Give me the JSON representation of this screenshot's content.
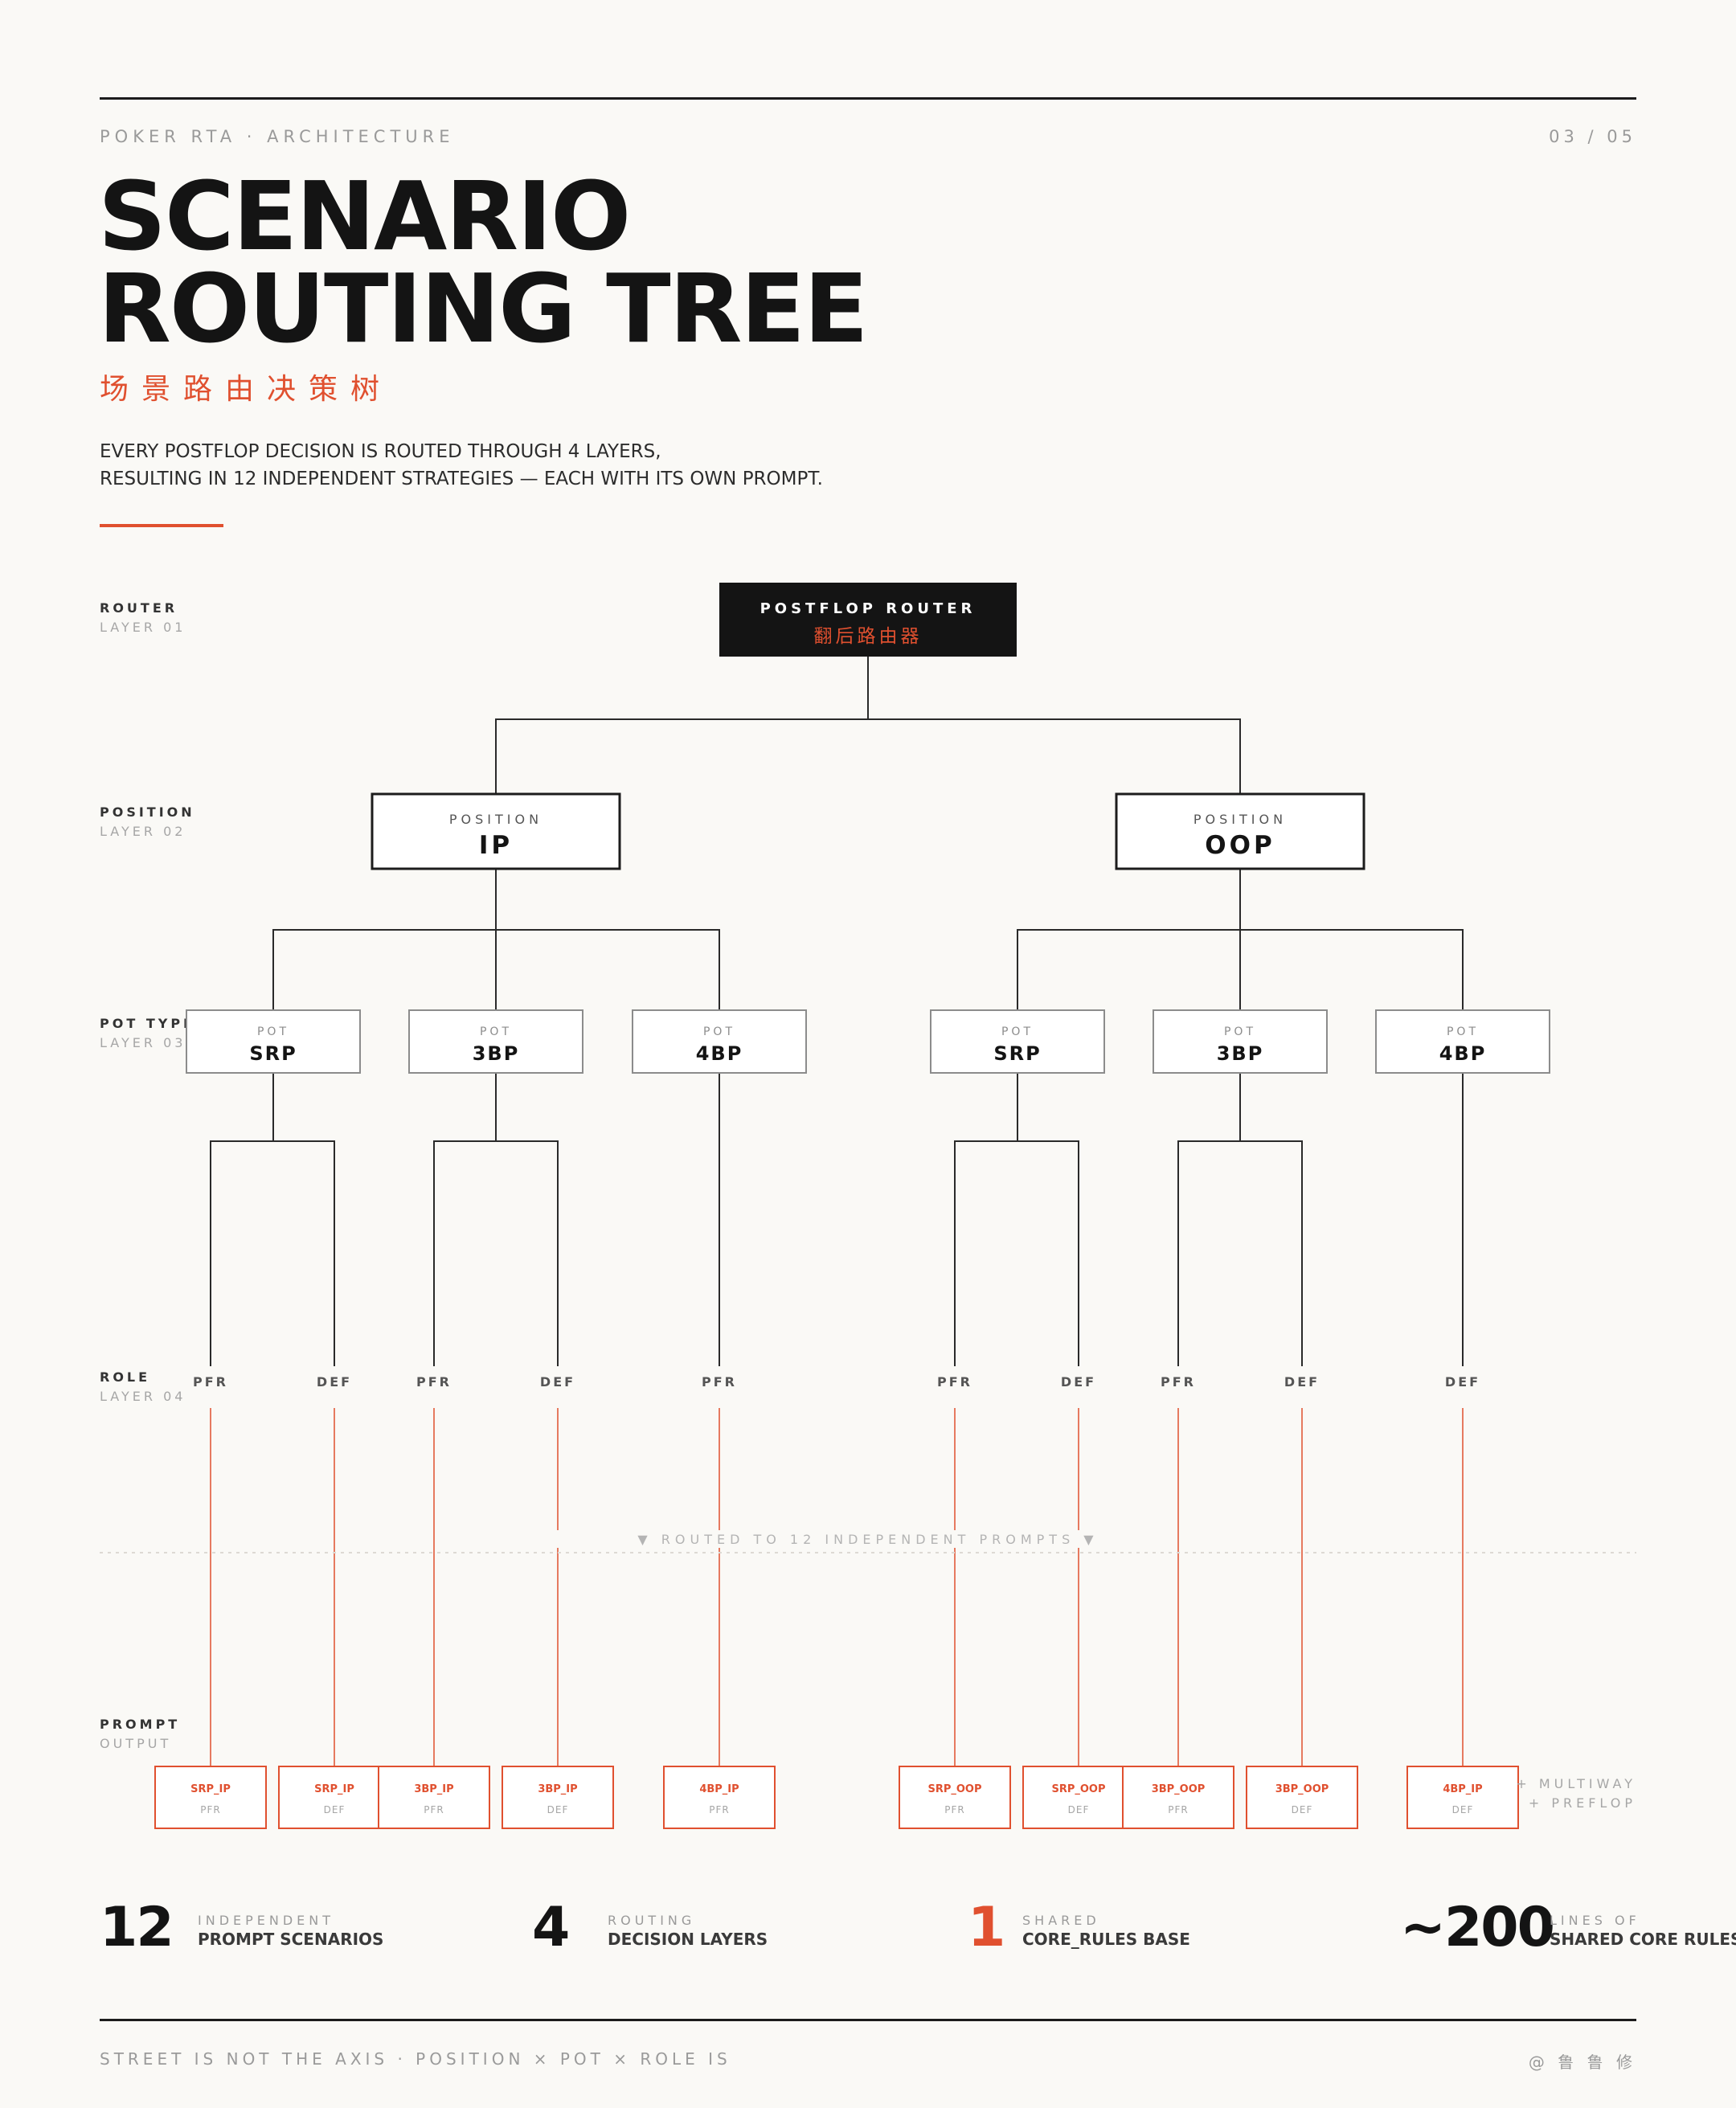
{
  "header": {
    "kicker": "POKER RTA  ·  ARCHITECTURE",
    "page": "03 / 05",
    "title_line1": "SCENARIO",
    "title_line2": "ROUTING TREE",
    "subtitle_cn": "场景路由决策树",
    "desc_line1": "EVERY POSTFLOP DECISION IS ROUTED THROUGH 4 LAYERS,",
    "desc_line2": "RESULTING IN 12 INDEPENDENT STRATEGIES — EACH WITH ITS OWN PROMPT."
  },
  "layers": [
    {
      "name": "ROUTER",
      "sub": "LAYER 01"
    },
    {
      "name": "POSITION",
      "sub": "LAYER 02"
    },
    {
      "name": "POT TYPE",
      "sub": "LAYER 03"
    },
    {
      "name": "ROLE",
      "sub": "LAYER 04"
    },
    {
      "name": "PROMPT",
      "sub": "OUTPUT"
    }
  ],
  "router": {
    "title": "POSTFLOP ROUTER",
    "subtitle": "翻后路由器"
  },
  "positions": [
    {
      "label": "POSITION",
      "value": "IP"
    },
    {
      "label": "POSITION",
      "value": "OOP"
    }
  ],
  "pots": [
    {
      "label": "POT",
      "value": "SRP"
    },
    {
      "label": "POT",
      "value": "3BP"
    },
    {
      "label": "POT",
      "value": "4BP"
    },
    {
      "label": "POT",
      "value": "SRP"
    },
    {
      "label": "POT",
      "value": "3BP"
    },
    {
      "label": "POT",
      "value": "4BP"
    }
  ],
  "roles": [
    "PFR",
    "DEF",
    "PFR",
    "DEF",
    "PFR",
    "PFR",
    "DEF",
    "PFR",
    "DEF",
    "DEF"
  ],
  "prompts": [
    {
      "name": "SRP_IP",
      "role": "PFR"
    },
    {
      "name": "SRP_IP",
      "role": "DEF"
    },
    {
      "name": "3BP_IP",
      "role": "PFR"
    },
    {
      "name": "3BP_IP",
      "role": "DEF"
    },
    {
      "name": "4BP_IP",
      "role": "PFR"
    },
    {
      "name": "SRP_OOP",
      "role": "PFR"
    },
    {
      "name": "SRP_OOP",
      "role": "DEF"
    },
    {
      "name": "3BP_OOP",
      "role": "PFR"
    },
    {
      "name": "3BP_OOP",
      "role": "DEF"
    },
    {
      "name": "4BP_IP",
      "role": "DEF"
    }
  ],
  "routed_note": "▼  ROUTED TO 12 INDEPENDENT PROMPTS  ▼",
  "extra": {
    "line1": "+ MULTIWAY",
    "line2": "+ PREFLOP"
  },
  "stats": [
    {
      "num": "12",
      "label": "INDEPENDENT",
      "value": "PROMPT SCENARIOS"
    },
    {
      "num": "4",
      "label": "ROUTING",
      "value": "DECISION LAYERS"
    },
    {
      "num": "1",
      "label": "SHARED",
      "value": "CORE_RULES BASE"
    },
    {
      "num": "~200",
      "label": "LINES OF",
      "value": "SHARED CORE RULES"
    }
  ],
  "footer": {
    "left": "STREET IS NOT THE AXIS  ·  POSITION × POT × ROLE IS",
    "right": "@ 鲁 鲁 修"
  },
  "colors": {
    "accent": "#e0502f",
    "ink": "#141414",
    "muted": "#9a9a9a",
    "paper": "#faf9f6"
  }
}
